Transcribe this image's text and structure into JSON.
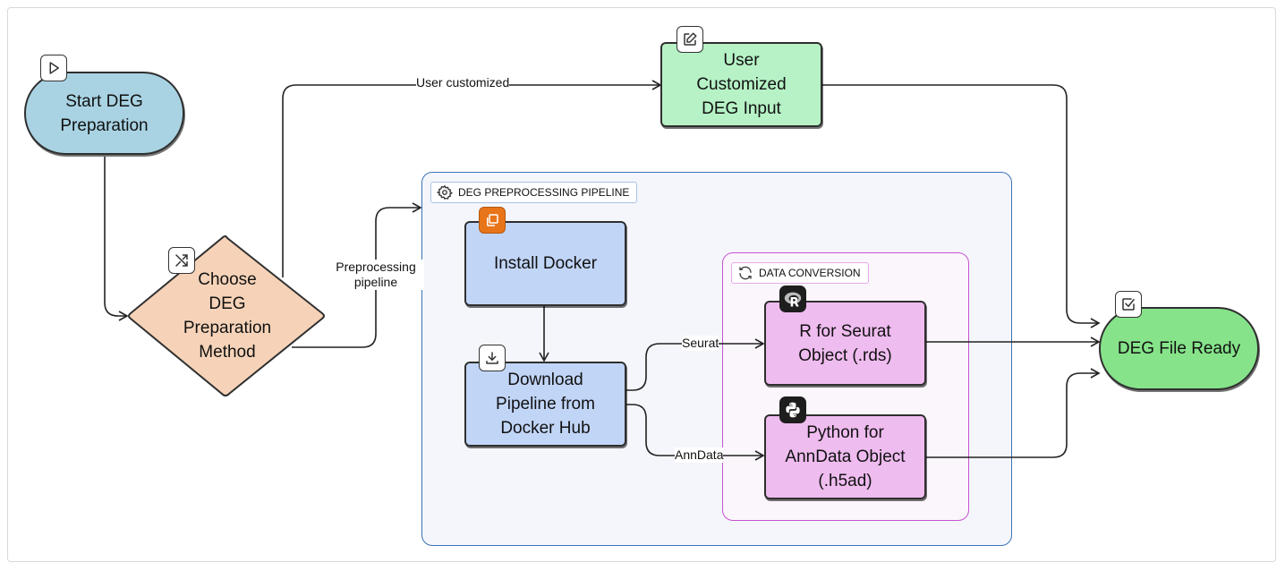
{
  "nodes": {
    "start": "Start DEG\nPreparation",
    "choose": "Choose\nDEG\nPreparation\nMethod",
    "user_input": "User\nCustomized\nDEG Input",
    "install_docker": "Install Docker",
    "download": "Download\nPipeline from\nDocker Hub",
    "r_seurat": "R for Seurat\nObject (.rds)",
    "python_anndata": "Python for\nAnnData Object\n(.h5ad)",
    "ready": "DEG File Ready"
  },
  "groups": {
    "pipeline": "DEG PREPROCESSING PIPELINE",
    "conversion": "DATA CONVERSION"
  },
  "edge_labels": {
    "user_customized": "User customized",
    "preprocessing": "Preprocessing\npipeline",
    "seurat": "Seurat",
    "anndata": "AnnData"
  },
  "colors": {
    "start": "#a9d3e3",
    "choose": "#f6d3b8",
    "user_input": "#b6f2c6",
    "docker": "#c1d5f7",
    "conversion_node": "#efbcef",
    "ready": "#86e38a",
    "pipeline_border": "#3b73b9",
    "pipeline_fill": "#f4f6fb",
    "conversion_border": "#c653d0",
    "conversion_fill": "#fbf6fc",
    "docker_icon": "#e8751a"
  },
  "icons": [
    "play-icon",
    "shuffle-icon",
    "edit-icon",
    "gear-icon",
    "docker-icon",
    "download-icon",
    "refresh-icon",
    "r-logo-icon",
    "python-logo-icon",
    "check-square-icon"
  ]
}
